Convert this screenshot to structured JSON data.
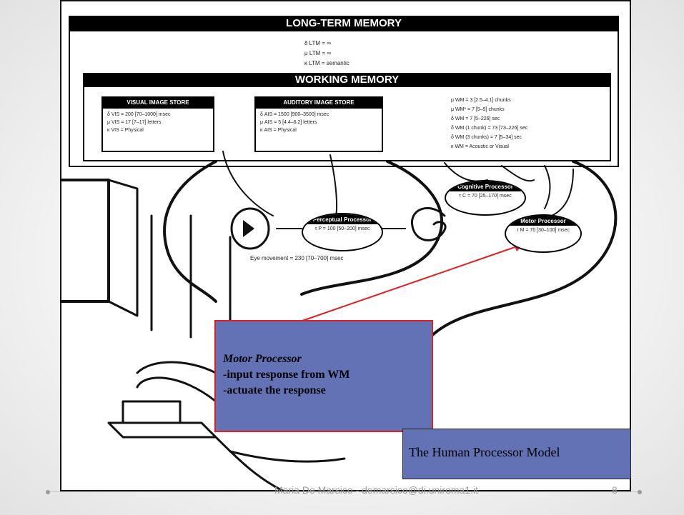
{
  "diagram": {
    "ltm": {
      "title": "LONG-TERM MEMORY",
      "params": [
        "δ LTM = ∞",
        "μ LTM = ∞",
        "κ LTM = semantic"
      ]
    },
    "wm": {
      "title": "WORKING MEMORY",
      "params": [
        "μ WM = 3 [2.5–4.1] chunks",
        "μ WM* = 7 [5–9] chunks",
        "δ WM = 7 [5–226] sec",
        "δ WM (1 chunk) = 73 [73–226] sec",
        "δ WM (3 chunks) = 7 [5–34] sec",
        "κ WM = Acoustic or Visual"
      ]
    },
    "visual_store": {
      "title": "VISUAL IMAGE STORE",
      "params": [
        "δ VIS = 200 [70–1000] msec",
        "μ VIS = 17 [7–17] letters",
        "κ VIS = Physical"
      ]
    },
    "auditory_store": {
      "title": "AUDITORY IMAGE STORE",
      "params": [
        "δ AIS = 1500 [900–3500] msec",
        "μ AIS = 5 [4.4–6.2] letters",
        "κ AIS = Physical"
      ]
    },
    "cognitive": {
      "title": "Cognitive Processor",
      "value": "τ C = 70 [25–170] msec"
    },
    "perceptual": {
      "title": "Perceptual Processor",
      "value": "τ P = 100 [50–200] msec"
    },
    "motor": {
      "title": "Motor Processor",
      "value": "τ M = 70 [30–100] msec"
    },
    "eye_movement": "Eye movement = 230 [70–700] msec"
  },
  "callout": {
    "title": "Motor Processor",
    "lines": [
      "-input response from WM",
      "-actuate the response"
    ]
  },
  "caption": "The Human Processor Model",
  "footer": {
    "text": "Maria De Marsico - demarsico@di.uniroma1.it",
    "page": "8"
  },
  "colors": {
    "callout_fill": "#6272b5",
    "callout_border": "#e02020",
    "arrow": "#e02020"
  }
}
